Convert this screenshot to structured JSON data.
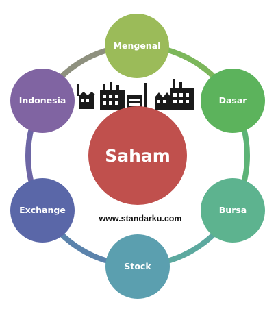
{
  "diagram": {
    "center": {
      "label": "Saham",
      "color": "#c0504d"
    },
    "website": "www.standarku.com",
    "nodes": [
      {
        "label": "Mengenal",
        "color": "#9bbb59"
      },
      {
        "label": "Dasar",
        "color": "#5cb35c"
      },
      {
        "label": "Bursa",
        "color": "#5db38f"
      },
      {
        "label": "Stock",
        "color": "#5b9faf"
      },
      {
        "label": "Exchange",
        "color": "#5a67a8"
      },
      {
        "label": "Indonesia",
        "color": "#8064a2"
      }
    ],
    "decoration": {
      "icon": "factory-silhouette-icon",
      "color": "#1a1a1a"
    }
  }
}
